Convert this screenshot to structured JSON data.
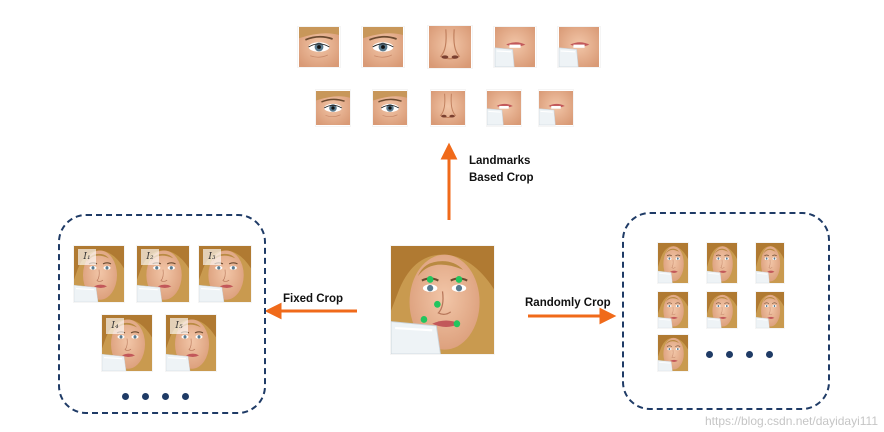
{
  "labels": {
    "landmarks": "Landmarks Based Crop",
    "fixed": "Fixed Crop",
    "random": "Randomly Crop"
  },
  "fixed_crop_tags": [
    "I₁",
    "I₂",
    "I₃",
    "I₄",
    "I₅"
  ],
  "watermark": "https://blog.csdn.net/dayidayi111",
  "colors": {
    "arrow": "#f06a1a",
    "box_border": "#1f3b66",
    "landmark_dot": "#22c55e",
    "skin": "#e7b496",
    "hair": "#b9873b",
    "glass": "#eef3f6"
  },
  "icons": {
    "eye_crop": "eye-crop-icon",
    "nose_crop": "nose-crop-icon",
    "mouth_crop": "mouth-crop-icon",
    "face": "face-image"
  }
}
